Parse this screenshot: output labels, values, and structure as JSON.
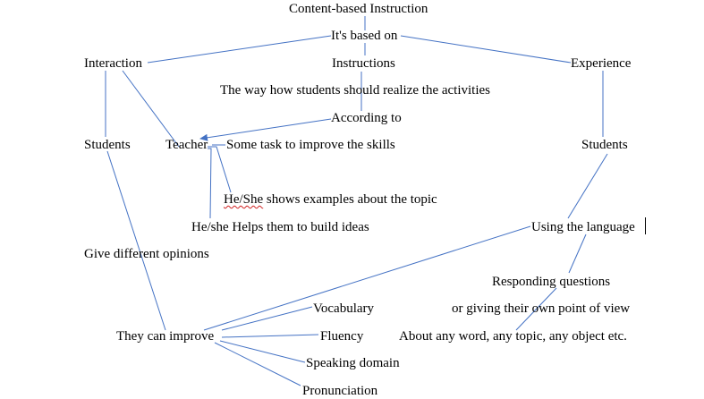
{
  "nodes": {
    "title": "Content-based Instruction",
    "based_on": "It's based on",
    "interaction": "Interaction",
    "instructions": "Instructions",
    "experience": "Experience",
    "realize": "The way how students should realize the activities",
    "according_to": "According to",
    "students_left": "Students",
    "teacher": "Teacher",
    "some_task": "Some task to improve the skills",
    "students_right": "Students",
    "shows_examples_pronoun": "He/She",
    "shows_examples_rest": " shows examples about the topic",
    "helps_build": "He/she Helps them to build ideas",
    "using_language": "Using the language",
    "give_opinions": "Give different opinions",
    "responding": "Responding questions",
    "vocabulary": "Vocabulary",
    "point_of_view": "or giving their own point of view",
    "they_can_improve": "They can improve",
    "fluency": "Fluency",
    "about_any": "About any word, any topic, any object etc.",
    "speaking_domain": "Speaking domain",
    "pronunciation": "Pronunciation"
  },
  "colors": {
    "connector": "#4472c4",
    "text": "#000000",
    "spellcheck": "#d02020"
  },
  "connections": [
    [
      "title",
      "based_on"
    ],
    [
      "based_on",
      "interaction"
    ],
    [
      "based_on",
      "instructions"
    ],
    [
      "based_on",
      "experience"
    ],
    [
      "instructions",
      "according_to"
    ],
    [
      "according_to",
      "teacher"
    ],
    [
      "interaction",
      "students_left"
    ],
    [
      "interaction",
      "teacher"
    ],
    [
      "teacher",
      "some_task"
    ],
    [
      "teacher",
      "shows_examples"
    ],
    [
      "teacher",
      "helps_build"
    ],
    [
      "students_left",
      "they_can_improve"
    ],
    [
      "experience",
      "students_right"
    ],
    [
      "students_right",
      "using_language"
    ],
    [
      "using_language",
      "they_can_improve"
    ],
    [
      "using_language",
      "responding"
    ],
    [
      "responding",
      "about_any"
    ],
    [
      "they_can_improve",
      "vocabulary"
    ],
    [
      "they_can_improve",
      "fluency"
    ],
    [
      "they_can_improve",
      "speaking_domain"
    ],
    [
      "they_can_improve",
      "pronunciation"
    ]
  ]
}
